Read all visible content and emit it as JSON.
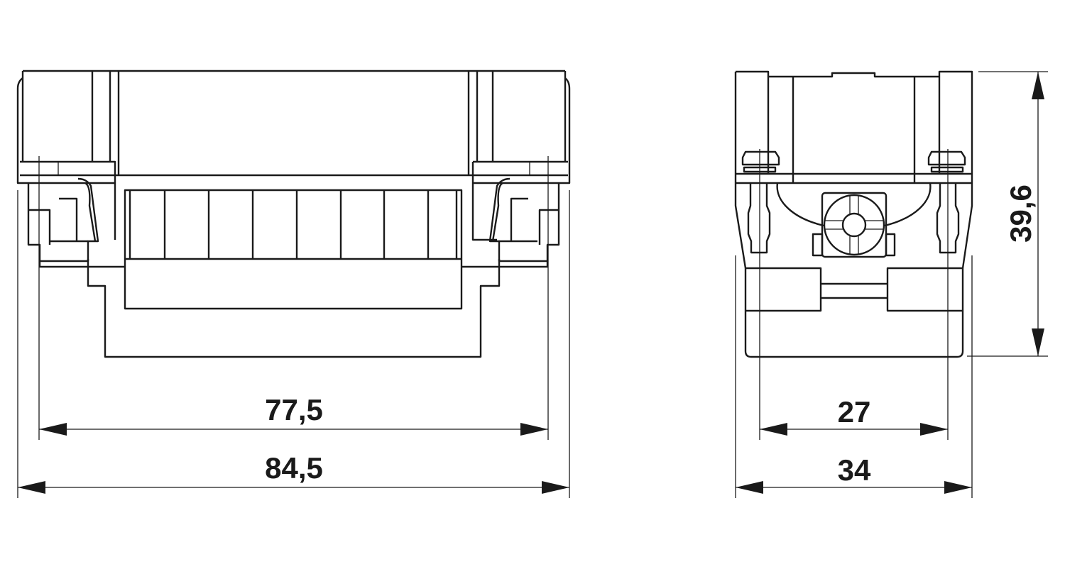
{
  "drawing": {
    "front_view": {
      "dimensions": [
        {
          "name": "inner-width",
          "value": "77,5"
        },
        {
          "name": "overall-width",
          "value": "84,5"
        }
      ]
    },
    "side_view": {
      "dimensions": [
        {
          "name": "inner-depth",
          "value": "27"
        },
        {
          "name": "overall-depth",
          "value": "34"
        },
        {
          "name": "height",
          "value": "39,6"
        }
      ]
    },
    "line_color": "#1a1a1a"
  }
}
